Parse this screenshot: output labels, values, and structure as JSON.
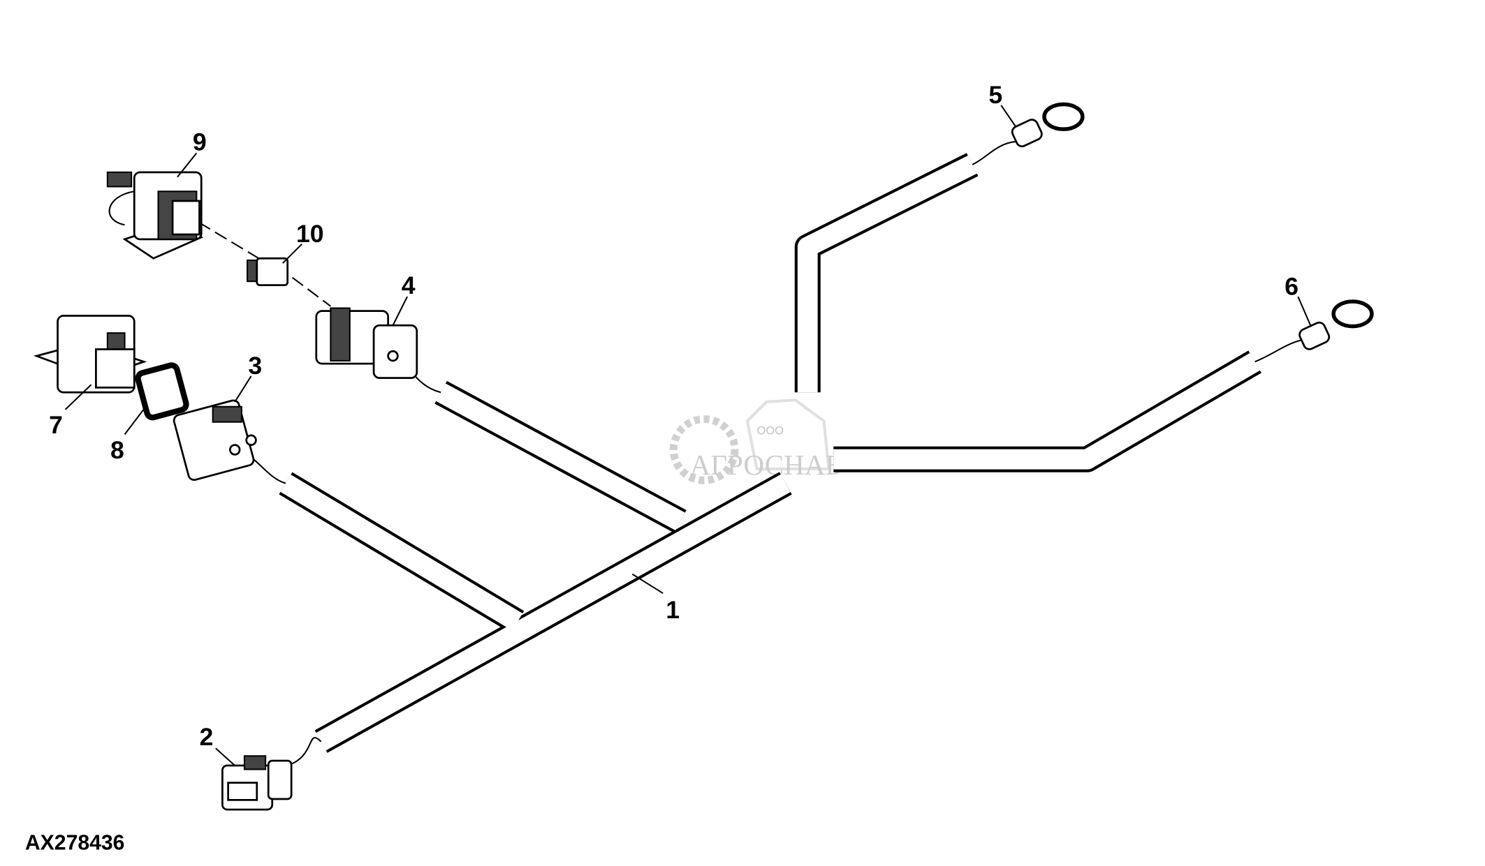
{
  "figure_id": "AX278436",
  "callouts": [
    "1",
    "2",
    "3",
    "4",
    "5",
    "6",
    "7",
    "8",
    "9",
    "10"
  ],
  "watermark": {
    "prefix": "ООО",
    "name": "АГРОСНАБ"
  }
}
